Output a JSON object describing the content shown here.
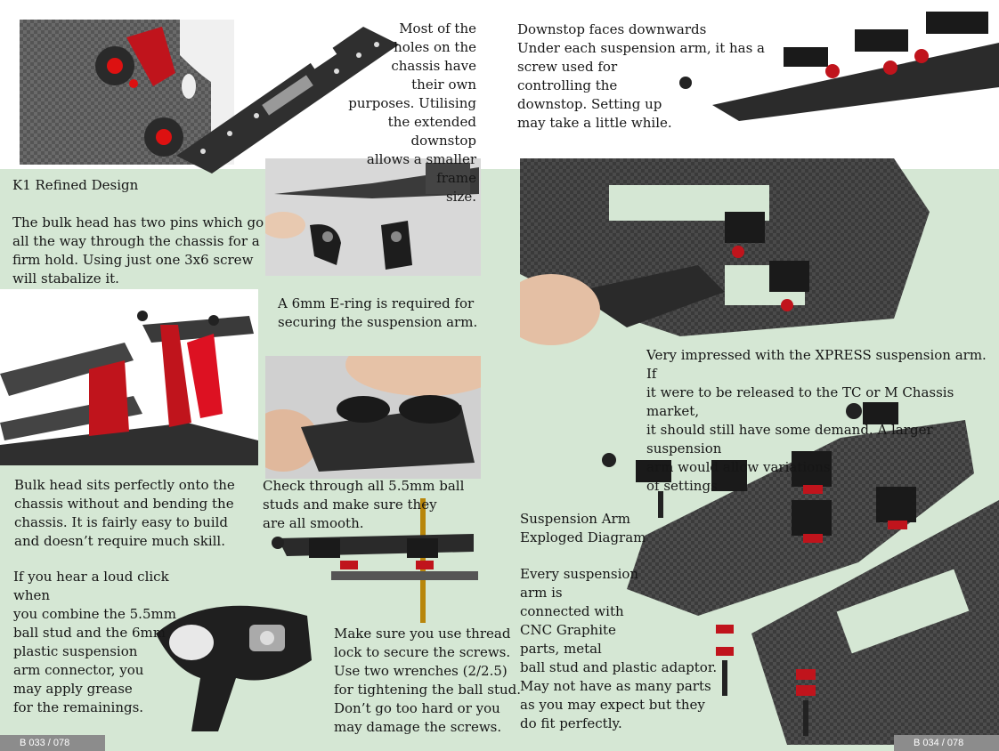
{
  "pages": {
    "left_number": "B 033 / 078",
    "right_number": "B 034 / 078"
  },
  "captions": {
    "chassis_holes": "Most of the\nholes on the\nchassis have\ntheir own\npurposes. Utilising\nthe extended downstop\nallows a smaller frame\nsize.",
    "downstop": "Downstop faces downwards\nUnder each suspension arm, it has a\nscrew used for\ncontrolling the\ndownstop. Setting up\nmay take a little while.",
    "k1_title": "K1 Refined Design",
    "bulkhead_pins": "The bulk head has two pins which go\nall the way through the chassis for a\nfirm hold. Using just one 3x6 screw\nwill stabalize it.",
    "ering": "A 6mm E-ring is required for\nsecuring the suspension arm.",
    "xpress": "Very impressed with the XPRESS suspension arm. If\nit were to be released to the TC or M Chassis market,\nit should still have some demand. A larger suspension\narm would allow variations\nof settings",
    "bulkhead_fit": "Bulk head sits perfectly onto the\nchassis without and bending the\nchassis. It is fairly easy to build\nand doesn’t require much skill.",
    "ball_studs": "Check through all 5.5mm ball\nstuds  and make sure they\nare all smooth.",
    "exploded_title": "Suspension Arm\nExploged Diagram",
    "loud_click": "If you hear a loud click when\nyou combine the 5.5mm\nball stud and the 6mm\nplastic suspension\narm connector, you\nmay apply grease\nfor the remainings.",
    "thread_lock": "Make sure you use thread\nlock to secure the screws.\nUse two wrenches (2/2.5)\nfor tightening the ball stud.\nDon’t go too hard or you\nmay damage the screws.",
    "every_arm": "Every suspension\narm is\nconnected with\nCNC Graphite\nparts, metal\nball stud and plastic adaptor.\nMay not have as many parts\nas you may expect but they\ndo fit perfectly."
  },
  "colors": {
    "page_background": "#d5e7d4",
    "carbon": "#2f2f2f",
    "anodized_red": "#c0141c"
  }
}
